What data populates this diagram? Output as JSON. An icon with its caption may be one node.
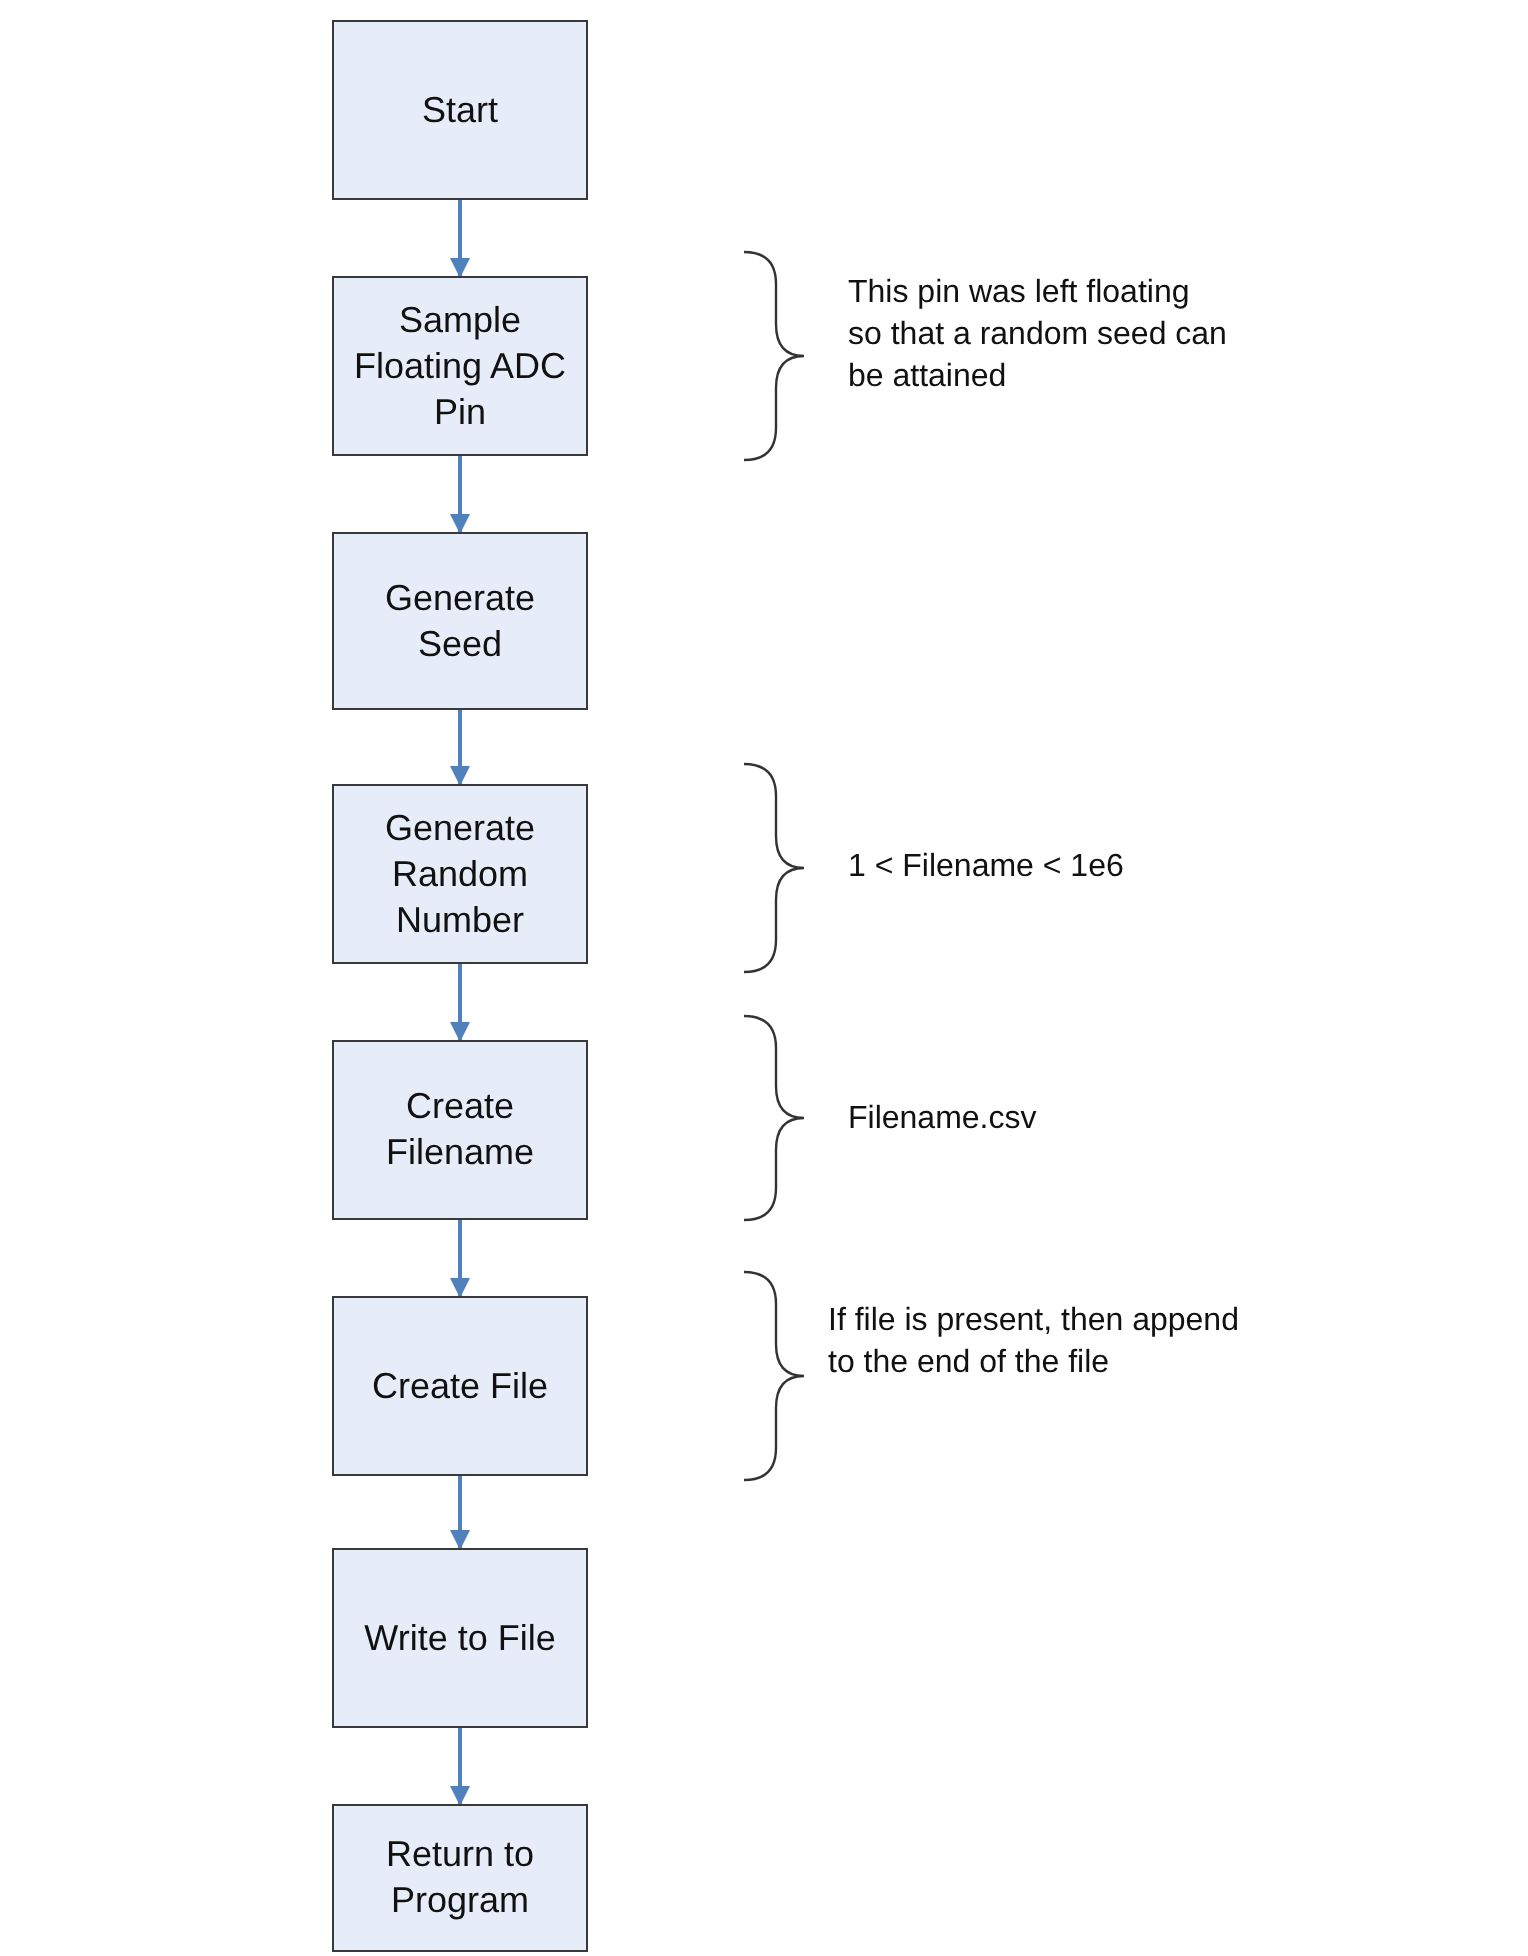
{
  "diagram": {
    "nodes": [
      {
        "text": [
          "Start"
        ]
      },
      {
        "text": [
          "Sample Floating ADC Pin"
        ]
      },
      {
        "text": [
          "Generate Seed"
        ]
      },
      {
        "text": [
          "Generate Random Number"
        ]
      },
      {
        "text": [
          "Create Filename"
        ]
      },
      {
        "text": [
          "Create File"
        ]
      },
      {
        "text": [
          "Write to File"
        ]
      },
      {
        "text": [
          "Return to Program"
        ]
      }
    ],
    "edges": [
      {
        "from": 0,
        "to": 1,
        "arrow": "to"
      },
      {
        "from": 1,
        "to": 2,
        "arrow": "to"
      },
      {
        "from": 2,
        "to": 3,
        "arrow": "to"
      },
      {
        "from": 3,
        "to": 4,
        "arrow": "to"
      },
      {
        "from": 4,
        "to": 5,
        "arrow": "to"
      },
      {
        "from": 5,
        "to": 6,
        "arrow": "to"
      },
      {
        "from": 6,
        "to": 7,
        "arrow": "to"
      }
    ],
    "labels": [
      "This pin was left floating so that a random seed can be attained",
      "1 < Filename < 1e6",
      "Filename.csv",
      "If file is present, then append to the end of the file"
    ]
  }
}
